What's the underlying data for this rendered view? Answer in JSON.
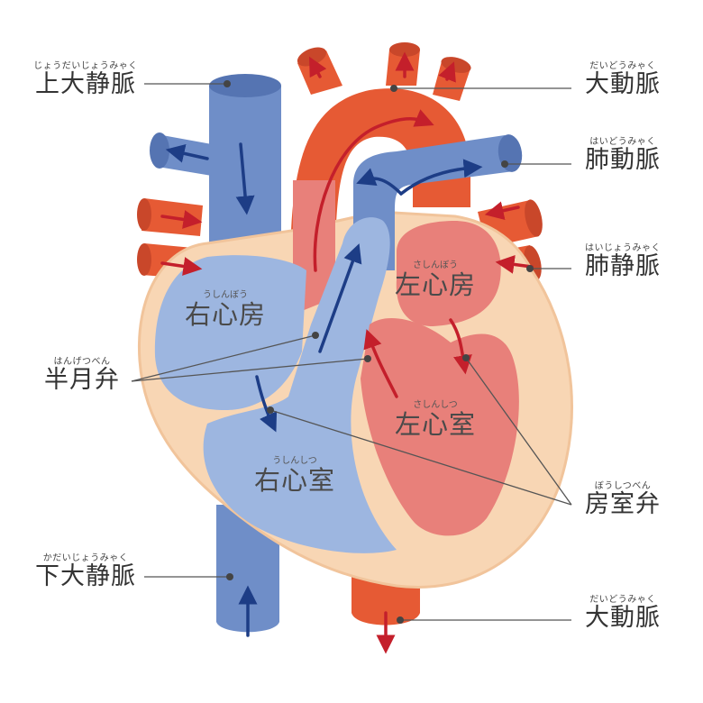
{
  "colors": {
    "vein": "#6f8ec8",
    "vein_dark": "#5574b2",
    "artery": "#e65a34",
    "artery_dark": "#c9472a",
    "arrow_blue": "#1d3d86",
    "arrow_red": "#c41f2b",
    "right_chamber": "#9db6e0",
    "left_chamber": "#e8807a",
    "myocardium": "#f8d6b4",
    "outline": "#f6cda6",
    "leader": "#555555"
  },
  "labels": {
    "superior_vena_cava": {
      "ruby": "じょうだいじょうみゃく",
      "text": "上大静脈"
    },
    "aorta_top": {
      "ruby": "だいどうみゃく",
      "text": "大動脈"
    },
    "pulmonary_artery": {
      "ruby": "はいどうみゃく",
      "text": "肺動脈"
    },
    "pulmonary_vein": {
      "ruby": "はいじょうみゃく",
      "text": "肺静脈"
    },
    "semilunar_valve": {
      "ruby": "はんげつべん",
      "text": "半月弁"
    },
    "av_valve": {
      "ruby": "ぼうしつべん",
      "text": "房室弁"
    },
    "inferior_vena_cava": {
      "ruby": "かだいじょうみゃく",
      "text": "下大静脈"
    },
    "aorta_bottom": {
      "ruby": "だいどうみゃく",
      "text": "大動脈"
    }
  },
  "chambers": {
    "right_atrium": {
      "ruby": "うしんぼう",
      "text": "右心房"
    },
    "right_ventricle": {
      "ruby": "うしんしつ",
      "text": "右心室"
    },
    "left_atrium": {
      "ruby": "さしんぼう",
      "text": "左心房"
    },
    "left_ventricle": {
      "ruby": "さしんしつ",
      "text": "左心室"
    }
  }
}
